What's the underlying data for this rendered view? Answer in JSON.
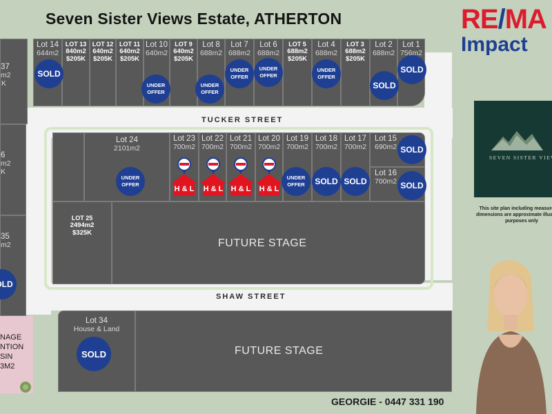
{
  "title": "Seven Sister Views Estate, ATHERTON",
  "brand": {
    "word1a": "RE",
    "slash": "/",
    "word1b": "MA",
    "word2": "Impact",
    "red": "#dc1c2e",
    "blue": "#1f3f93"
  },
  "estate_logo_text": "SEVEN SISTER VIEW",
  "disclaimer": "This site plan including measure and dimensions are approximate illustrative purposes only",
  "contact": "GEORGIE - 0447 331 190",
  "streets": {
    "tucker": "TUCKER STREET",
    "shaw": "SHAW STREET"
  },
  "future": {
    "middle": "FUTURE STAGE",
    "bottom": "FUTURE STAGE"
  },
  "drainage": {
    "l1": "NAGE",
    "l2": "NTION",
    "l3": "SIN",
    "l4": "3M2"
  },
  "status": {
    "sold": "SOLD",
    "under_offer": "UNDER OFFER",
    "hl": "H & L"
  },
  "lots": {
    "l37": {
      "name": "37",
      "area": "m2",
      "price": "K"
    },
    "l36": {
      "name": "6",
      "area": "m2",
      "price": "K"
    },
    "l35": {
      "name": "35",
      "area": "m2"
    },
    "l14": {
      "name": "Lot 14",
      "area": "644m2"
    },
    "l13": {
      "name": "LOT 13",
      "area": "840m2",
      "price": "$205K"
    },
    "l12": {
      "name": "LOT 12",
      "area": "640m2",
      "price": "$205K"
    },
    "l11": {
      "name": "LOT 11",
      "area": "640m2",
      "price": "$205K"
    },
    "l10": {
      "name": "Lot 10",
      "area": "640m2"
    },
    "l9": {
      "name": "LOT 9",
      "area": "640m2",
      "price": "$205K"
    },
    "l8": {
      "name": "Lot 8",
      "area": "688m2"
    },
    "l7": {
      "name": "Lot 7",
      "area": "688m2"
    },
    "l6": {
      "name": "Lot 6",
      "area": "688m2"
    },
    "l5": {
      "name": "LOT 5",
      "area": "688m2",
      "price": "$205K"
    },
    "l4": {
      "name": "Lot 4",
      "area": "688m2"
    },
    "l3": {
      "name": "LOT 3",
      "area": "688m2",
      "price": "$205K"
    },
    "l2": {
      "name": "Lot 2",
      "area": "688m2"
    },
    "l1": {
      "name": "Lot 1",
      "area": "756m2"
    },
    "l24": {
      "name": "Lot 24",
      "area": "2101m2"
    },
    "l23": {
      "name": "Lot 23",
      "area": "700m2"
    },
    "l22": {
      "name": "Lot 22",
      "area": "700m2"
    },
    "l21": {
      "name": "Lot 21",
      "area": "700m2"
    },
    "l20": {
      "name": "Lot 20",
      "area": "700m2"
    },
    "l19": {
      "name": "Lot 19",
      "area": "700m2"
    },
    "l18": {
      "name": "Lot 18",
      "area": "700m2"
    },
    "l17": {
      "name": "Lot 17",
      "area": "700m2"
    },
    "l15": {
      "name": "Lot 15",
      "area": "690m2"
    },
    "l16": {
      "name": "Lot 16",
      "area": "700m2"
    },
    "l25": {
      "name": "LOT 25",
      "area": "2494m2",
      "price": "$325K"
    },
    "l34": {
      "name": "Lot 34",
      "area": "House & Land"
    }
  }
}
